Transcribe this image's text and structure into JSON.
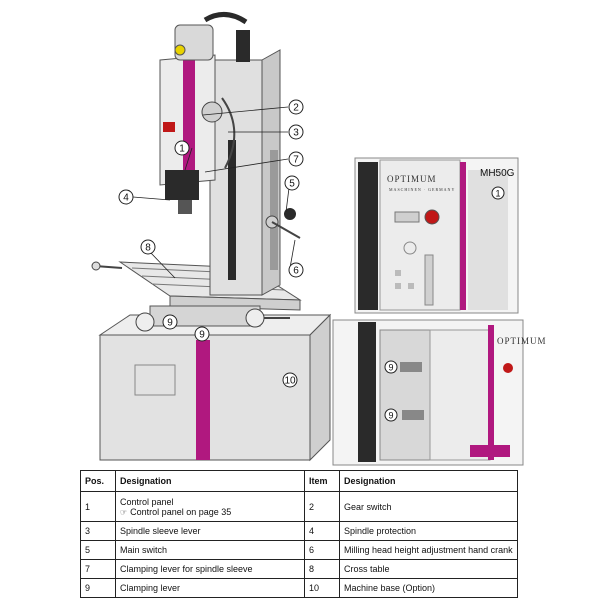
{
  "model_label": "MH50G",
  "brand": "OPTIMUM",
  "brand_sub": "MASCHINEN · GERMANY",
  "callouts": [
    "1",
    "2",
    "3",
    "4",
    "5",
    "6",
    "7",
    "8",
    "9",
    "10"
  ],
  "detail_callouts": {
    "model_marker": "1",
    "upper": "9",
    "lower": "9"
  },
  "colors": {
    "accent": "#b0187f",
    "machine": "#d8d8d8",
    "outline": "#555555",
    "dark": "#2a2a2a"
  },
  "table": {
    "headers": [
      "Pos.",
      "Designation",
      "Item",
      "Designation"
    ],
    "rows": [
      {
        "left_no": "1",
        "left_desc": "Control panel",
        "left_ref": "Control panel on page 35",
        "right_no": "2",
        "right_desc": "Gear switch"
      },
      {
        "left_no": "3",
        "left_desc": "Spindle sleeve lever",
        "right_no": "4",
        "right_desc": "Spindle protection"
      },
      {
        "left_no": "5",
        "left_desc": "Main switch",
        "right_no": "6",
        "right_desc": "Milling head height adjustment hand crank"
      },
      {
        "left_no": "7",
        "left_desc": "Clamping lever for spindle sleeve",
        "right_no": "8",
        "right_desc": "Cross table"
      },
      {
        "left_no": "9",
        "left_desc": "Clamping lever",
        "right_no": "10",
        "right_desc": "Machine base (Option)"
      }
    ]
  }
}
